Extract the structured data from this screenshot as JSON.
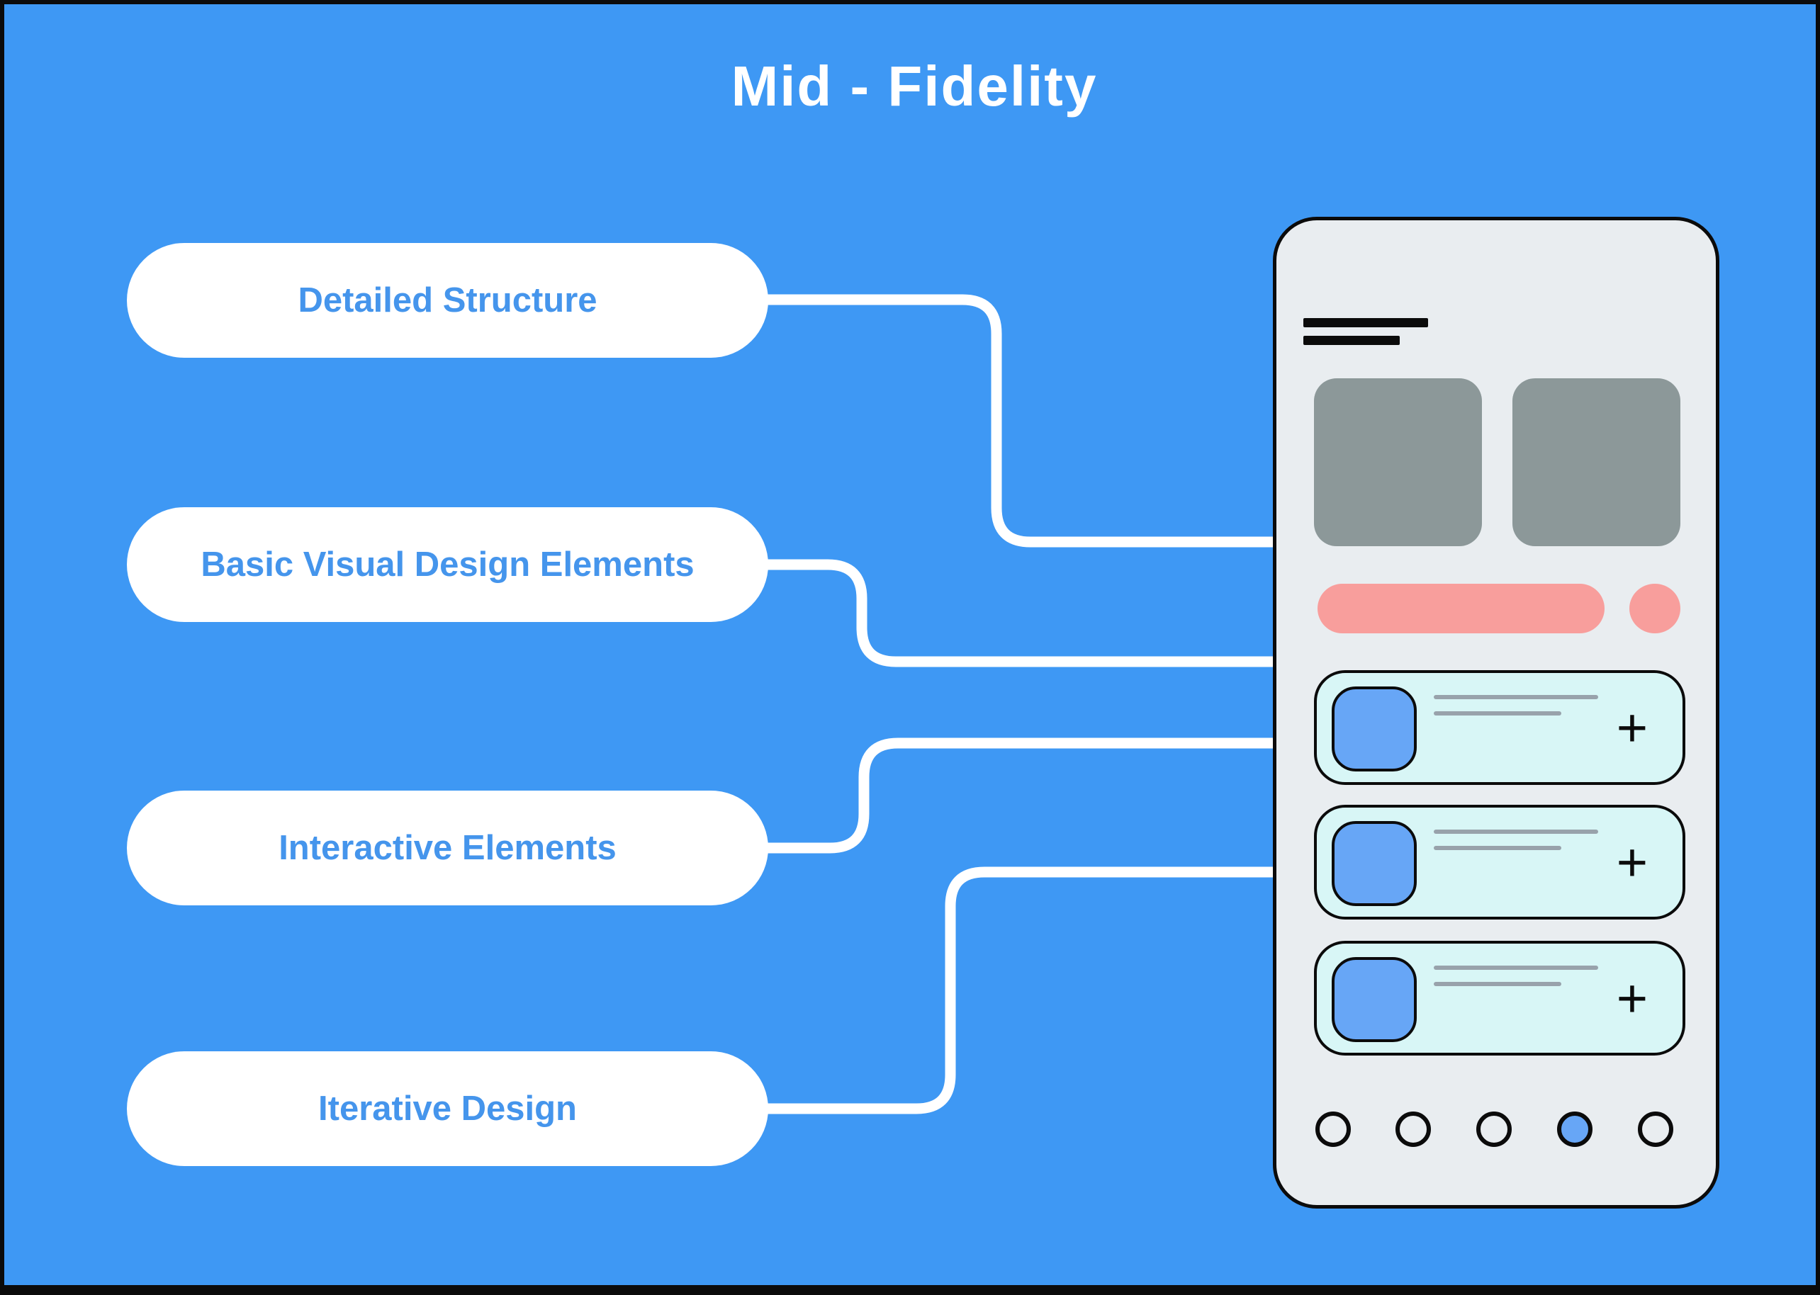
{
  "title": "Mid - Fidelity",
  "colors": {
    "background": "#3e98f4",
    "label_text": "#4595ec",
    "connector_white": "#ffffff",
    "phone_bg": "#e9edf0",
    "outline_black": "#0b0b0b",
    "placeholder_gray": "#8c9899",
    "accent_pink": "#f89e9c",
    "card_bg": "#d8f6f6",
    "thumb_blue": "#67a6f6",
    "text_line_gray": "#98a2ab"
  },
  "labels": [
    {
      "text": "Detailed Structure"
    },
    {
      "text": "Basic Visual Design Elements"
    },
    {
      "text": "Interactive Elements"
    },
    {
      "text": "Iterative Design"
    }
  ],
  "phone": {
    "list_items": [
      {
        "add_label": "+"
      },
      {
        "add_label": "+"
      },
      {
        "add_label": "+"
      }
    ],
    "nav_dots": {
      "count": 5,
      "active_index": 3
    }
  }
}
